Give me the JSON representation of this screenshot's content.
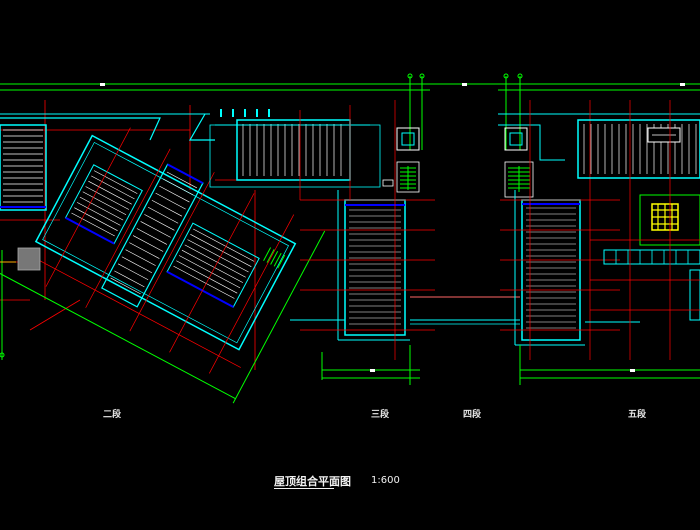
{
  "drawing": {
    "title": "屋顶组合平面图",
    "scale": "1:600",
    "sections": [
      {
        "id": "seg2",
        "label": "二段"
      },
      {
        "id": "seg3",
        "label": "三段"
      },
      {
        "id": "seg4",
        "label": "四段"
      },
      {
        "id": "seg5",
        "label": "五段"
      }
    ]
  },
  "colors": {
    "background": "#000000",
    "structure": "#00ffff",
    "grid": "#ff0000",
    "dimension": "#00ff00",
    "hatch": "#ffffff",
    "accent": "#0000ff",
    "stair": "#00ff00",
    "highlight": "#ffff00",
    "frame": "#ffffff"
  }
}
